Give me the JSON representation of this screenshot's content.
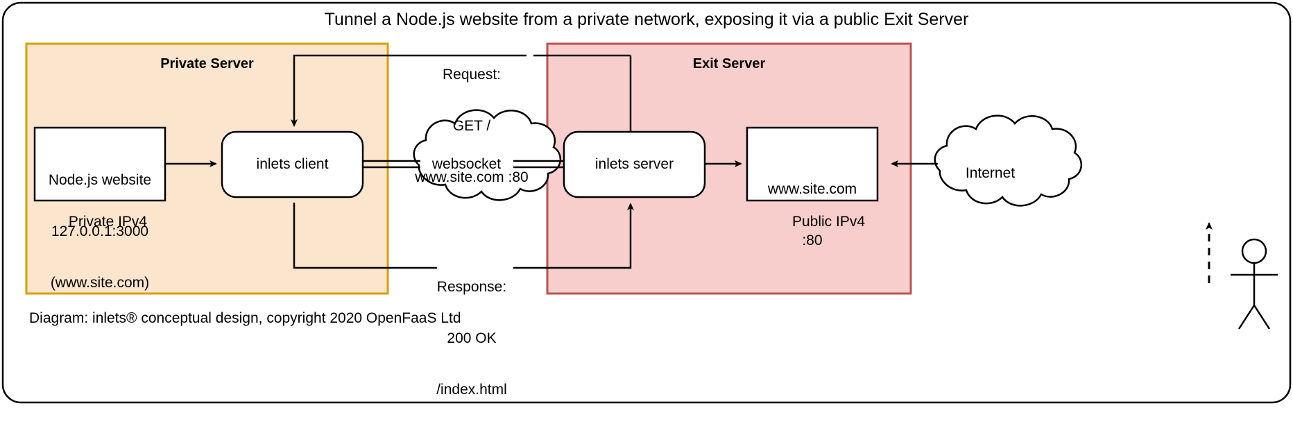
{
  "diagram": {
    "title": "Tunnel a Node.js website from a private network, exposing it via a public Exit Server",
    "caption": "Diagram: inlets® conceptual design, copyright 2020 OpenFaaS Ltd",
    "colors": {
      "private_zone_fill": "#fce5cd",
      "private_zone_border": "#d6a000",
      "exit_zone_fill": "#f8cecc",
      "exit_zone_border": "#b85450",
      "node_fill": "#ffffff",
      "stroke": "#000000",
      "page_background": "#ffffff"
    },
    "zones": [
      {
        "id": "private-server",
        "title": "Private Server",
        "network_label": "Private IPv4"
      },
      {
        "id": "exit-server",
        "title": "Exit Server",
        "network_label": "Public IPv4"
      }
    ],
    "nodes": [
      {
        "id": "nodejs-website",
        "shape": "rectangle",
        "lines": [
          "Node.js website",
          "127.0.0.1:3000",
          "(www.site.com)"
        ]
      },
      {
        "id": "inlets-client",
        "shape": "rounded-rectangle",
        "lines": [
          "inlets client"
        ]
      },
      {
        "id": "websocket-cloud",
        "shape": "cloud",
        "lines": [
          "websocket"
        ]
      },
      {
        "id": "inlets-server",
        "shape": "rounded-rectangle",
        "lines": [
          "inlets server"
        ]
      },
      {
        "id": "site-endpoint",
        "shape": "rectangle",
        "lines": [
          "www.site.com",
          ":80"
        ]
      },
      {
        "id": "internet-cloud",
        "shape": "cloud",
        "lines": [
          "Internet"
        ]
      },
      {
        "id": "end-user",
        "shape": "actor",
        "lines": [
          ""
        ]
      }
    ],
    "flow_labels": [
      {
        "id": "request",
        "lines": [
          "Request:",
          "GET /",
          "www.site.com :80"
        ]
      },
      {
        "id": "response",
        "lines": [
          "Response:",
          "200 OK",
          "/index.html"
        ]
      }
    ]
  }
}
